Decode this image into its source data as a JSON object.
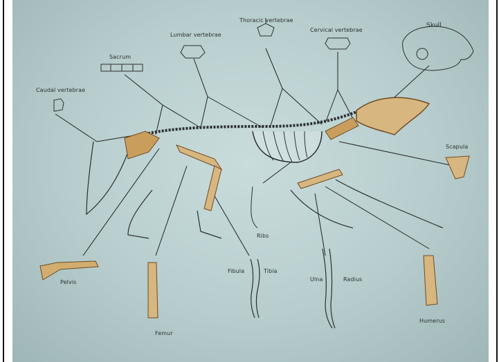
{
  "labels": {
    "caudal": "Caudal vertebrae",
    "sacrum": "Sacrum",
    "lumbar": "Lumbar vertebrae",
    "thoracic": "Thoracic vertebrae",
    "cervical": "Cervical vertebrae",
    "skull": "Skull",
    "scapula": "Scapula",
    "ribs": "Ribs",
    "pelvis": "Pelvis",
    "femur": "Femur",
    "fibula": "Fibula",
    "tibia": "Tibia",
    "ulna": "Ulna",
    "radius": "Radius",
    "humerus": "Humerus"
  },
  "colors": {
    "poster": "#bdd2d2",
    "line": "#1f2326",
    "bone": "#d7b67f",
    "bone_dark": "#8a5a2b",
    "frame": "#111111"
  }
}
